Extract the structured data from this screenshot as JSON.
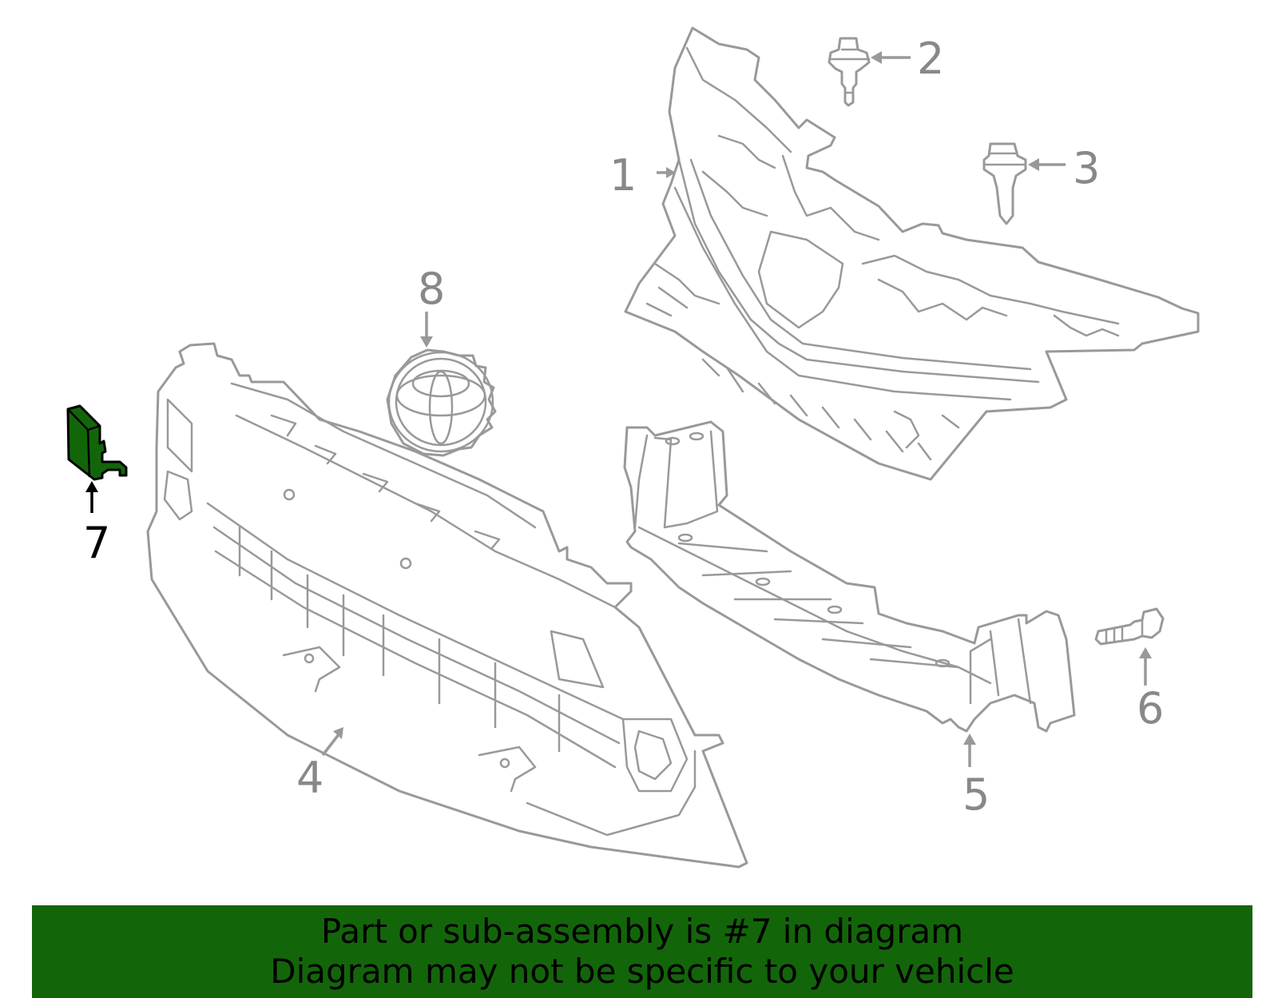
{
  "highlight_color": "#13650a",
  "callouts": {
    "c1": "1",
    "c2": "2",
    "c3": "3",
    "c4": "4",
    "c5": "5",
    "c6": "6",
    "c7": "7",
    "c8": "8"
  },
  "highlighted_part": "7",
  "caption": {
    "line1": "Part or sub-assembly is #7 in diagram",
    "line2": "Diagram may not be specific to your vehicle"
  }
}
